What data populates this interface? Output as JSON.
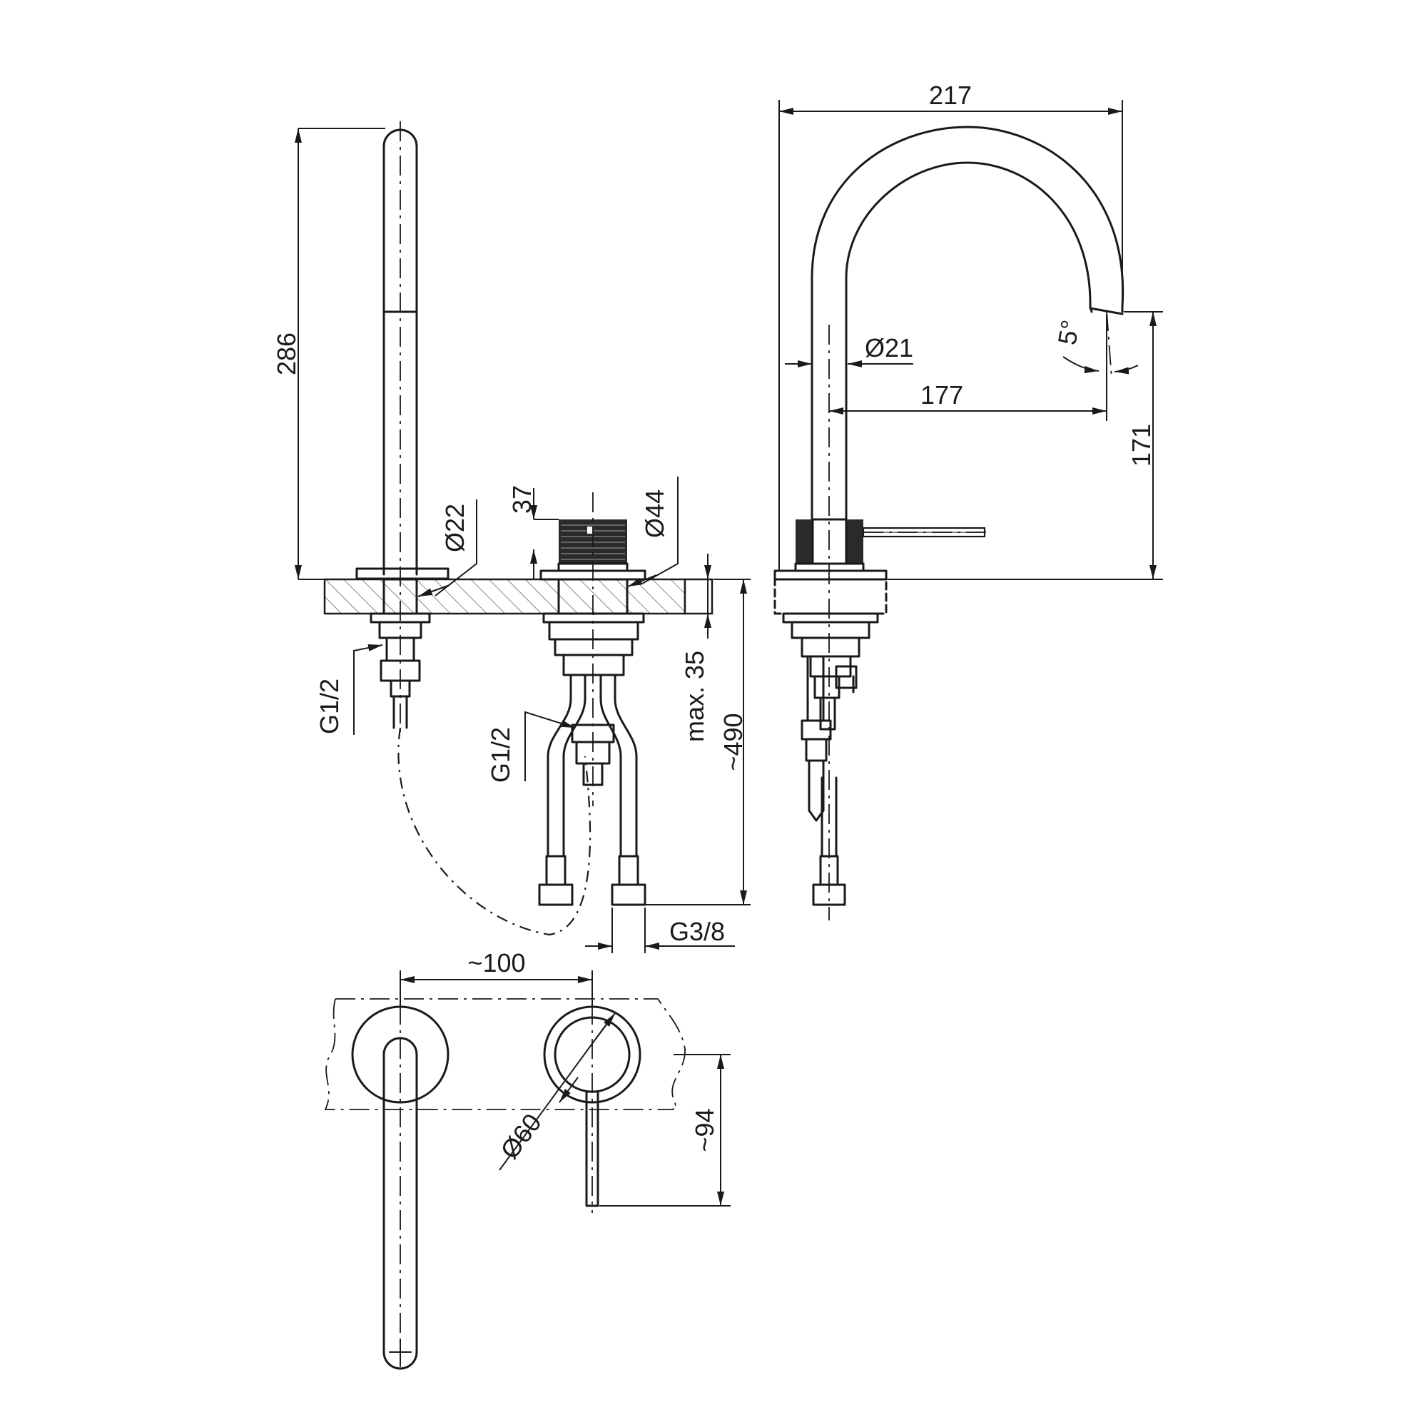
{
  "dimensions": {
    "spout_height": "286",
    "spout_diameter": "Ø22",
    "spout_thread": "G1/2",
    "mixer_height": "37",
    "mixer_diameter": "Ø44",
    "mixer_thread": "G1/2",
    "max_deck": "max. 35",
    "hose_length": "~490",
    "hose_thread": "G3/8",
    "total_reach": "217",
    "pipe_diameter": "Ø21",
    "spout_reach": "177",
    "angle": "5°",
    "outlet_height": "171",
    "spacing": "~100",
    "rosette_diameter": "Ø60",
    "lever_length": "~94"
  },
  "colors": {
    "line": "#1a1a1a",
    "background": "#ffffff"
  }
}
